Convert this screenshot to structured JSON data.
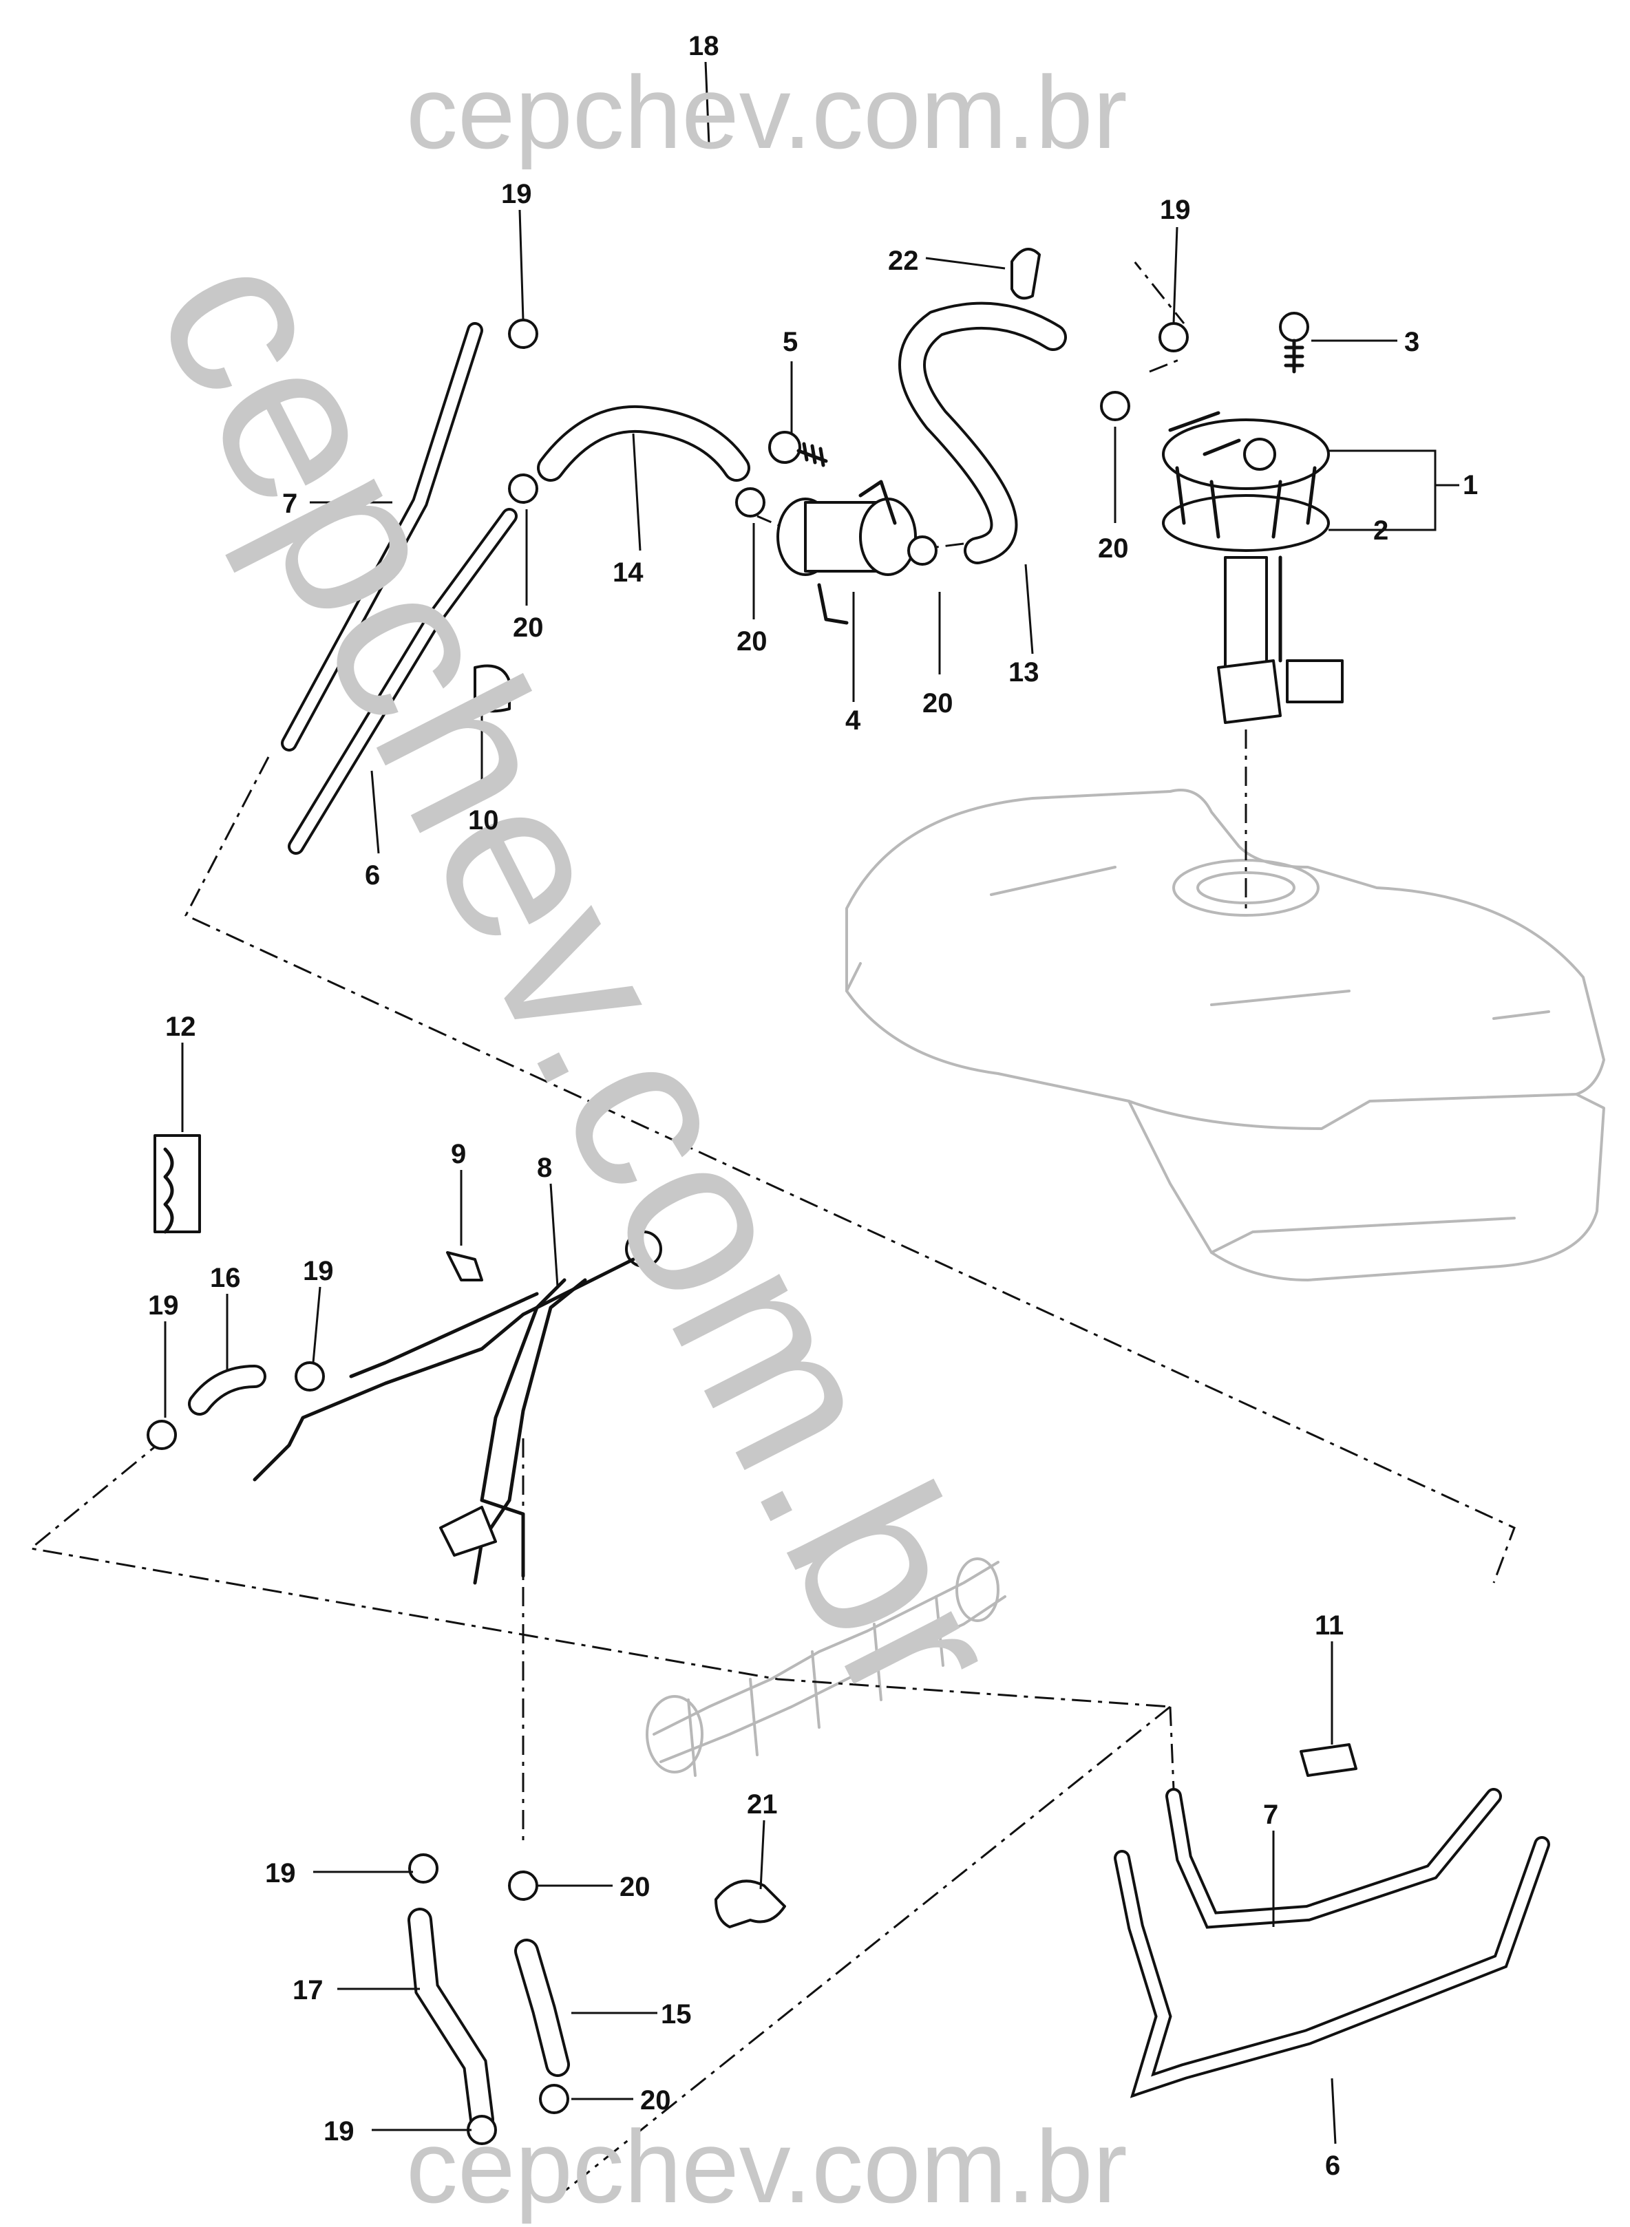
{
  "watermarks": {
    "top": "cepchev.com.br",
    "diagonal": "cepchev.com.br",
    "bottom": "cepchev.com.br"
  },
  "callouts": {
    "c1": "1",
    "c2": "2",
    "c3": "3",
    "c4": "4",
    "c5": "5",
    "c6a": "6",
    "c6b": "6",
    "c7a": "7",
    "c7b": "7",
    "c8": "8",
    "c9": "9",
    "c10": "10",
    "c11": "11",
    "c12": "12",
    "c13": "13",
    "c14": "14",
    "c15": "15",
    "c16": "16",
    "c17": "17",
    "c18": "18",
    "c19a": "19",
    "c19b": "19",
    "c19c": "19",
    "c19d": "19",
    "c19e": "19",
    "c19f": "19",
    "c20a": "20",
    "c20b": "20",
    "c20c": "20",
    "c20d": "20",
    "c20e": "20",
    "c20f": "20",
    "c21": "21",
    "c22": "22"
  },
  "colors": {
    "line": "#111111",
    "watermark": "#c8c8c8",
    "ghost_parts": "#b8b8b8",
    "background": "#ffffff"
  }
}
